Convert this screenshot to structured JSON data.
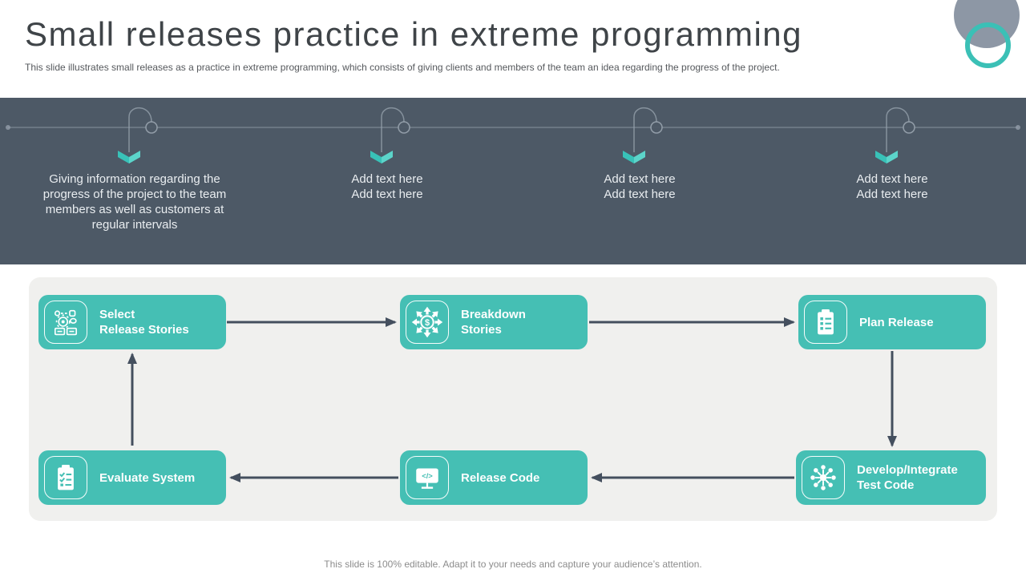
{
  "slide": {
    "title": "Small releases practice in extreme programming",
    "subtitle": "This slide illustrates small releases as a practice in extreme programming, which consists of giving clients and members of the team an idea regarding the progress of the project.",
    "footer": "This slide is 100% editable. Adapt it to your needs and capture your audience’s attention."
  },
  "timeline": {
    "items": [
      {
        "text": "Giving information regarding the progress of the project to the team members as well as customers at regular intervals"
      },
      {
        "text": "Add text here\nAdd text here"
      },
      {
        "text": "Add text here\nAdd text here"
      },
      {
        "text": "Add text here\nAdd text here"
      }
    ]
  },
  "process_flow": {
    "steps": [
      {
        "label": "Select\nRelease Stories",
        "icon": "release-stories-icon"
      },
      {
        "label": "Breakdown\nStories",
        "icon": "breakdown-arrows-icon"
      },
      {
        "label": "Plan Release",
        "icon": "clipboard-list-icon"
      },
      {
        "label": "Develop/Integrate\nTest Code",
        "icon": "network-hub-icon"
      },
      {
        "label": "Release Code",
        "icon": "code-monitor-icon"
      },
      {
        "label": "Evaluate System",
        "icon": "clipboard-check-icon"
      }
    ]
  },
  "colors": {
    "teal": "#45bfb4",
    "teal_bright": "#38c2b8",
    "dark_band": "#4d5966",
    "panel": "#f0f0ee",
    "arrow": "#444f5e",
    "circle_gray": "#8d97a5",
    "ring_teal": "#3bc0b6"
  }
}
